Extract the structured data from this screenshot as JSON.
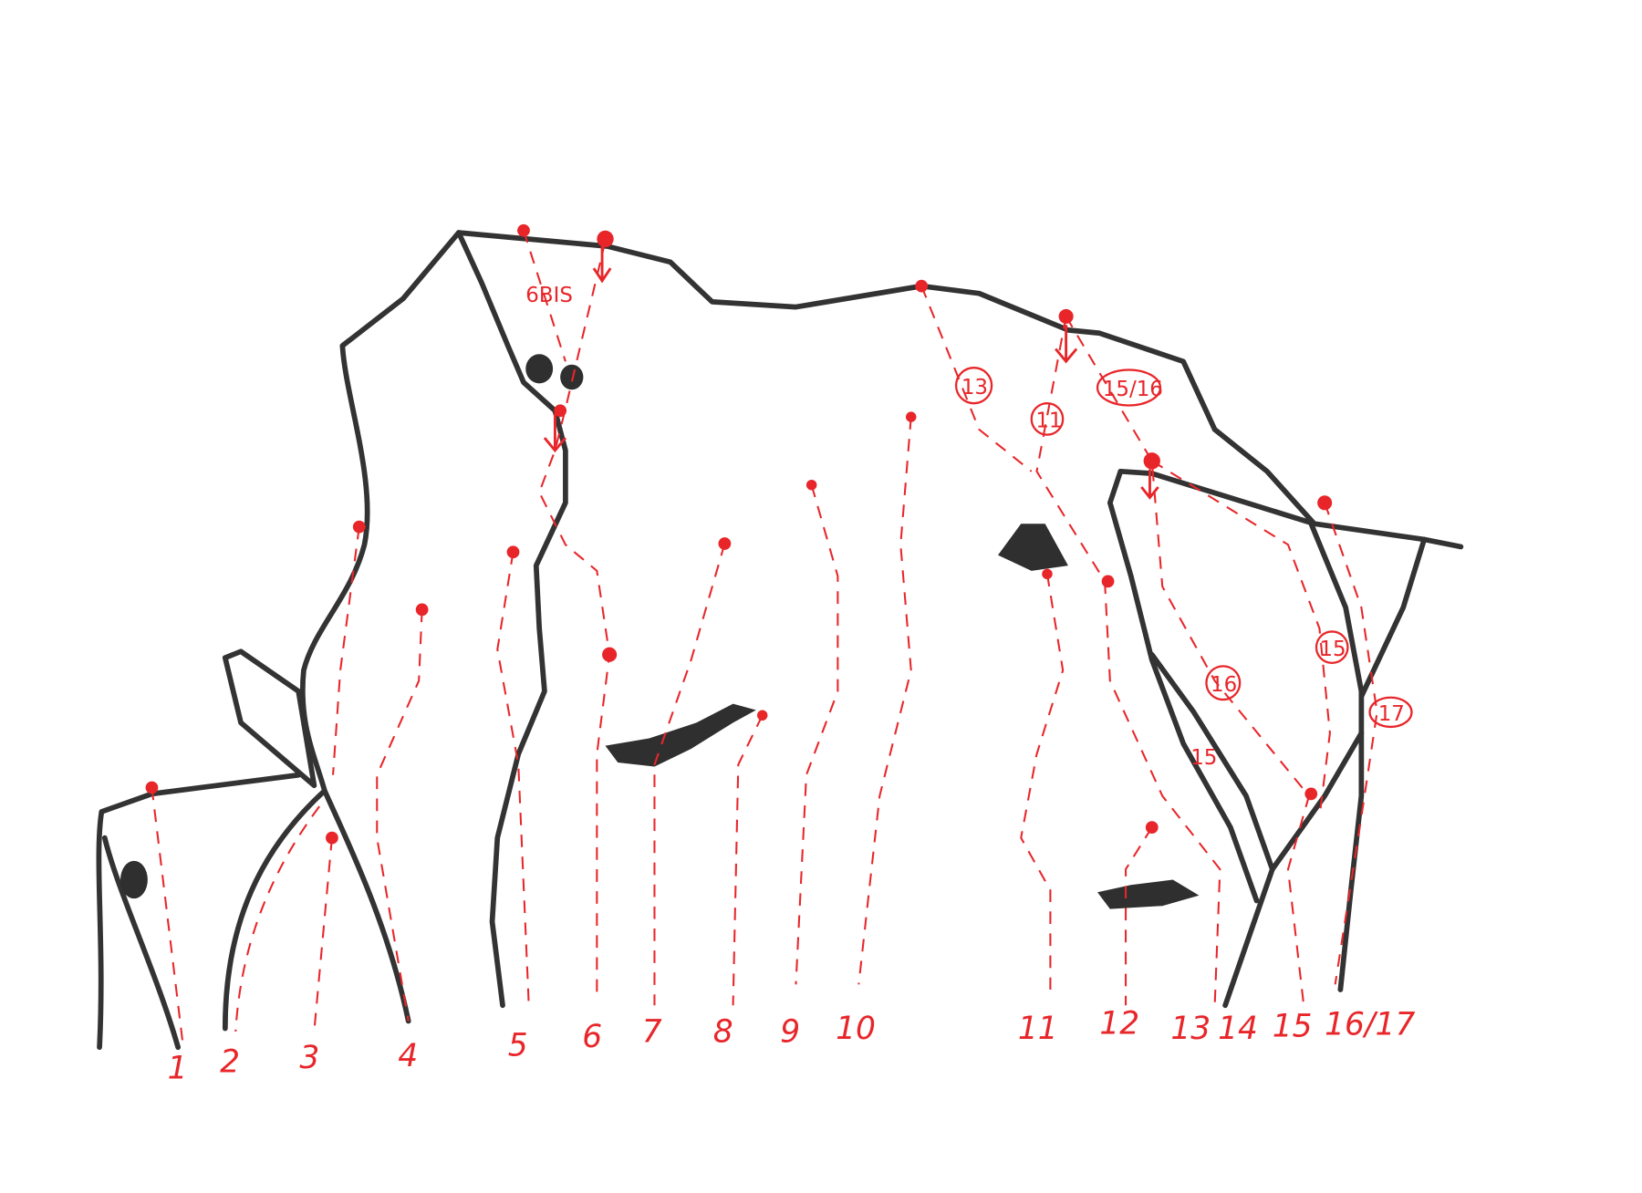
{
  "diagram": {
    "type": "climbing-topo",
    "colors": {
      "rock_outline": "#333333",
      "routes": "#e8262a",
      "paper": "#ffffff"
    },
    "route_numbers": [
      "1",
      "2",
      "3",
      "4",
      "5",
      "6",
      "7",
      "8",
      "9",
      "10",
      "11",
      "12",
      "13",
      "14",
      "15",
      "16/17"
    ],
    "circled_labels": [
      "13",
      "11",
      "15/16",
      "16",
      "15",
      "17"
    ],
    "plain_labels": [
      "6BIS",
      "15"
    ]
  }
}
